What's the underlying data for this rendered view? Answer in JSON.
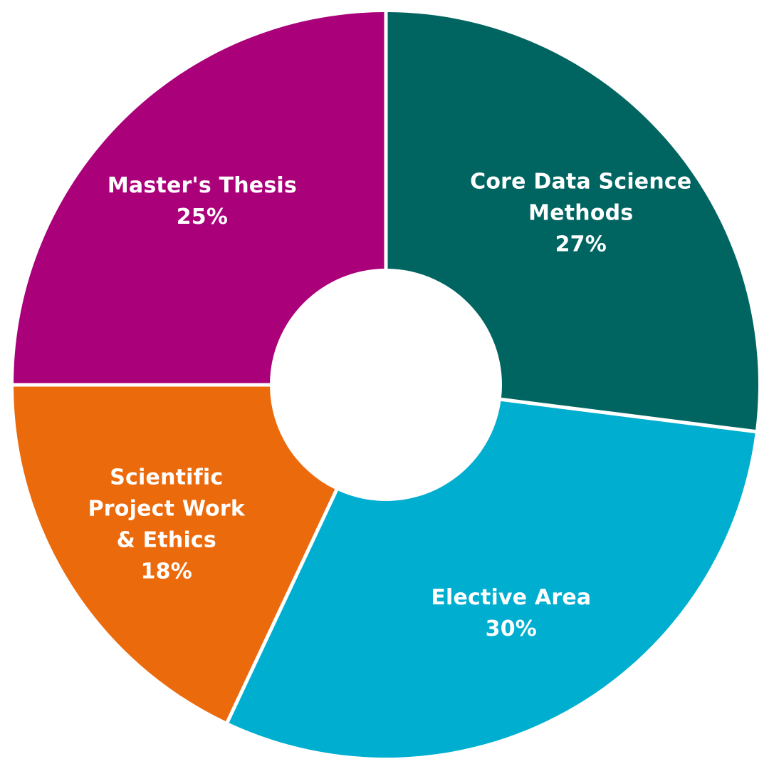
{
  "chart_data": {
    "type": "pie",
    "donut": true,
    "title": "",
    "slices": [
      {
        "name": "Core Data Science Methods",
        "label_lines": [
          "Core Data Science",
          "Methods",
          "27%"
        ],
        "value": 27,
        "color": "#006561"
      },
      {
        "name": "Elective Area",
        "label_lines": [
          "Elective Area",
          "30%"
        ],
        "value": 30,
        "color": "#00AED0"
      },
      {
        "name": "Scientific Project Work & Ethics",
        "label_lines": [
          "Scientific",
          "Project Work",
          "& Ethics",
          "18%"
        ],
        "value": 18,
        "color": "#EB6A0C"
      },
      {
        "name": "Master's Thesis",
        "label_lines": [
          "Master's Thesis",
          "25%"
        ],
        "value": 25,
        "color": "#AA007A"
      }
    ],
    "legend": "none",
    "separator_color": "#ffffff"
  }
}
